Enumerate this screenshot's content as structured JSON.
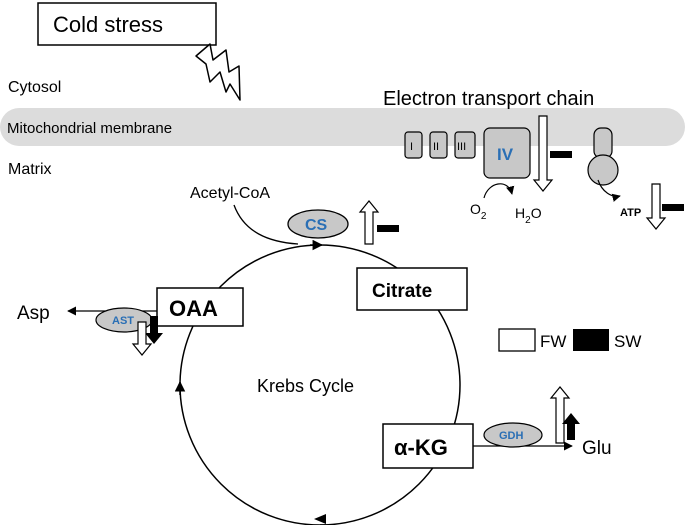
{
  "labels": {
    "cold_stress": "Cold stress",
    "cytosol": "Cytosol",
    "membrane": "Mitochondrial membrane",
    "matrix": "Matrix",
    "etc": "Electron transport chain",
    "complex_1": "I",
    "complex_2": "II",
    "complex_3": "III",
    "complex_4": "IV",
    "o2": "O",
    "o2_sub": "2",
    "h2o_h": "H",
    "h2o_sub": "2",
    "h2o_o": "O",
    "atp": "ATP",
    "acetyl_coa": "Acetyl-CoA",
    "cs": "CS",
    "citrate": "Citrate",
    "oaa": "OAA",
    "asp": "Asp",
    "ast": "AST",
    "krebs": "Krebs Cycle",
    "akg": "α-KG",
    "gdh": "GDH",
    "glu": "Glu"
  },
  "legend": {
    "fw": "FW",
    "sw": "SW"
  },
  "colors": {
    "membrane_fill": "#dcdcdc",
    "enzyme_fill": "#c8c8c8",
    "enzyme_text": "#2a6fb5"
  }
}
